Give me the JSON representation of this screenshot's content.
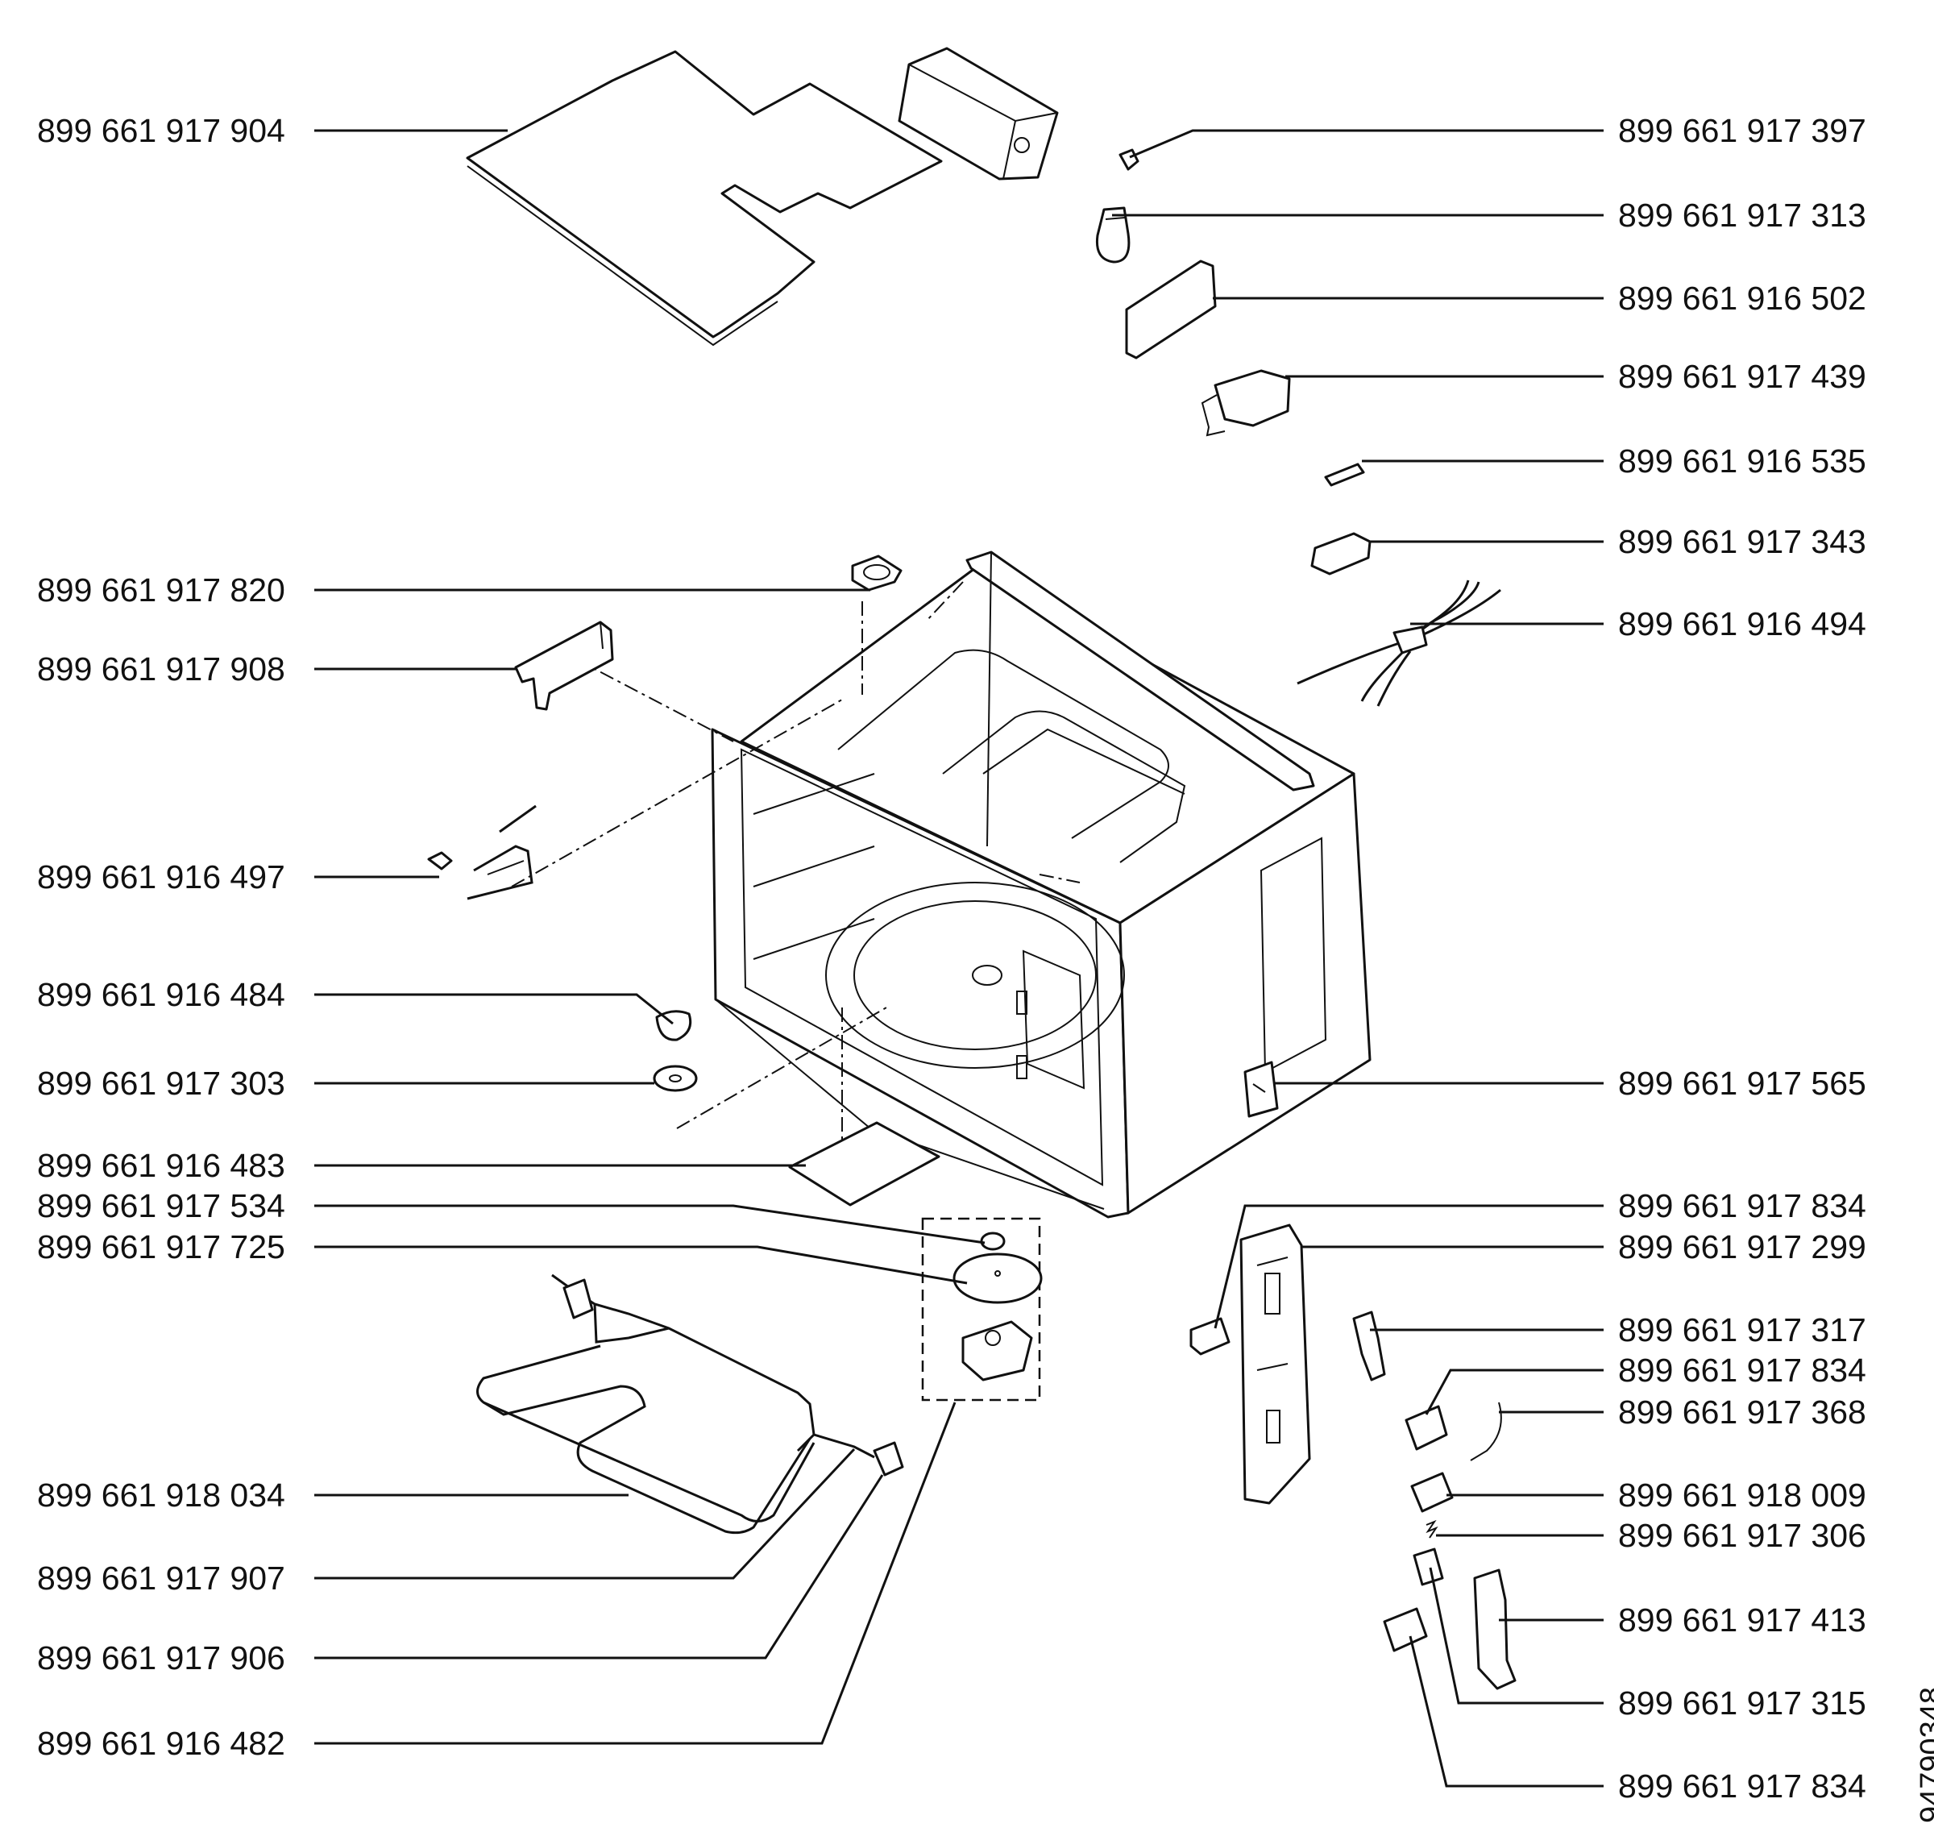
{
  "labels_left": [
    {
      "code": "899 661 917 904"
    },
    {
      "code": "899 661 917 820"
    },
    {
      "code": "899 661 917 908"
    },
    {
      "code": "899 661 916 497"
    },
    {
      "code": "899 661 916 484"
    },
    {
      "code": "899 661 917 303"
    },
    {
      "code": "899 661 916 483"
    },
    {
      "code": "899 661 917 534"
    },
    {
      "code": "899 661 917 725"
    },
    {
      "code": "899 661 918 034"
    },
    {
      "code": "899 661 917 907"
    },
    {
      "code": "899 661 917 906"
    },
    {
      "code": "899 661 916 482"
    }
  ],
  "labels_right": [
    {
      "code": "899 661 917 397"
    },
    {
      "code": "899 661 917 313"
    },
    {
      "code": "899 661 916 502"
    },
    {
      "code": "899 661 917 439"
    },
    {
      "code": "899 661 916 535"
    },
    {
      "code": "899 661 917 343"
    },
    {
      "code": "899 661 916 494"
    },
    {
      "code": "899 661 917 565"
    },
    {
      "code": "899 661 917 834"
    },
    {
      "code": "899 661 917 299"
    },
    {
      "code": "899 661 917 317"
    },
    {
      "code": "899 661 917 834"
    },
    {
      "code": "899 661 917 368"
    },
    {
      "code": "899 661 918 009"
    },
    {
      "code": "899 661 917 306"
    },
    {
      "code": "899 661 917 413"
    },
    {
      "code": "899 661 917 315"
    },
    {
      "code": "899 661 917 834"
    }
  ],
  "document_id": "94790348"
}
